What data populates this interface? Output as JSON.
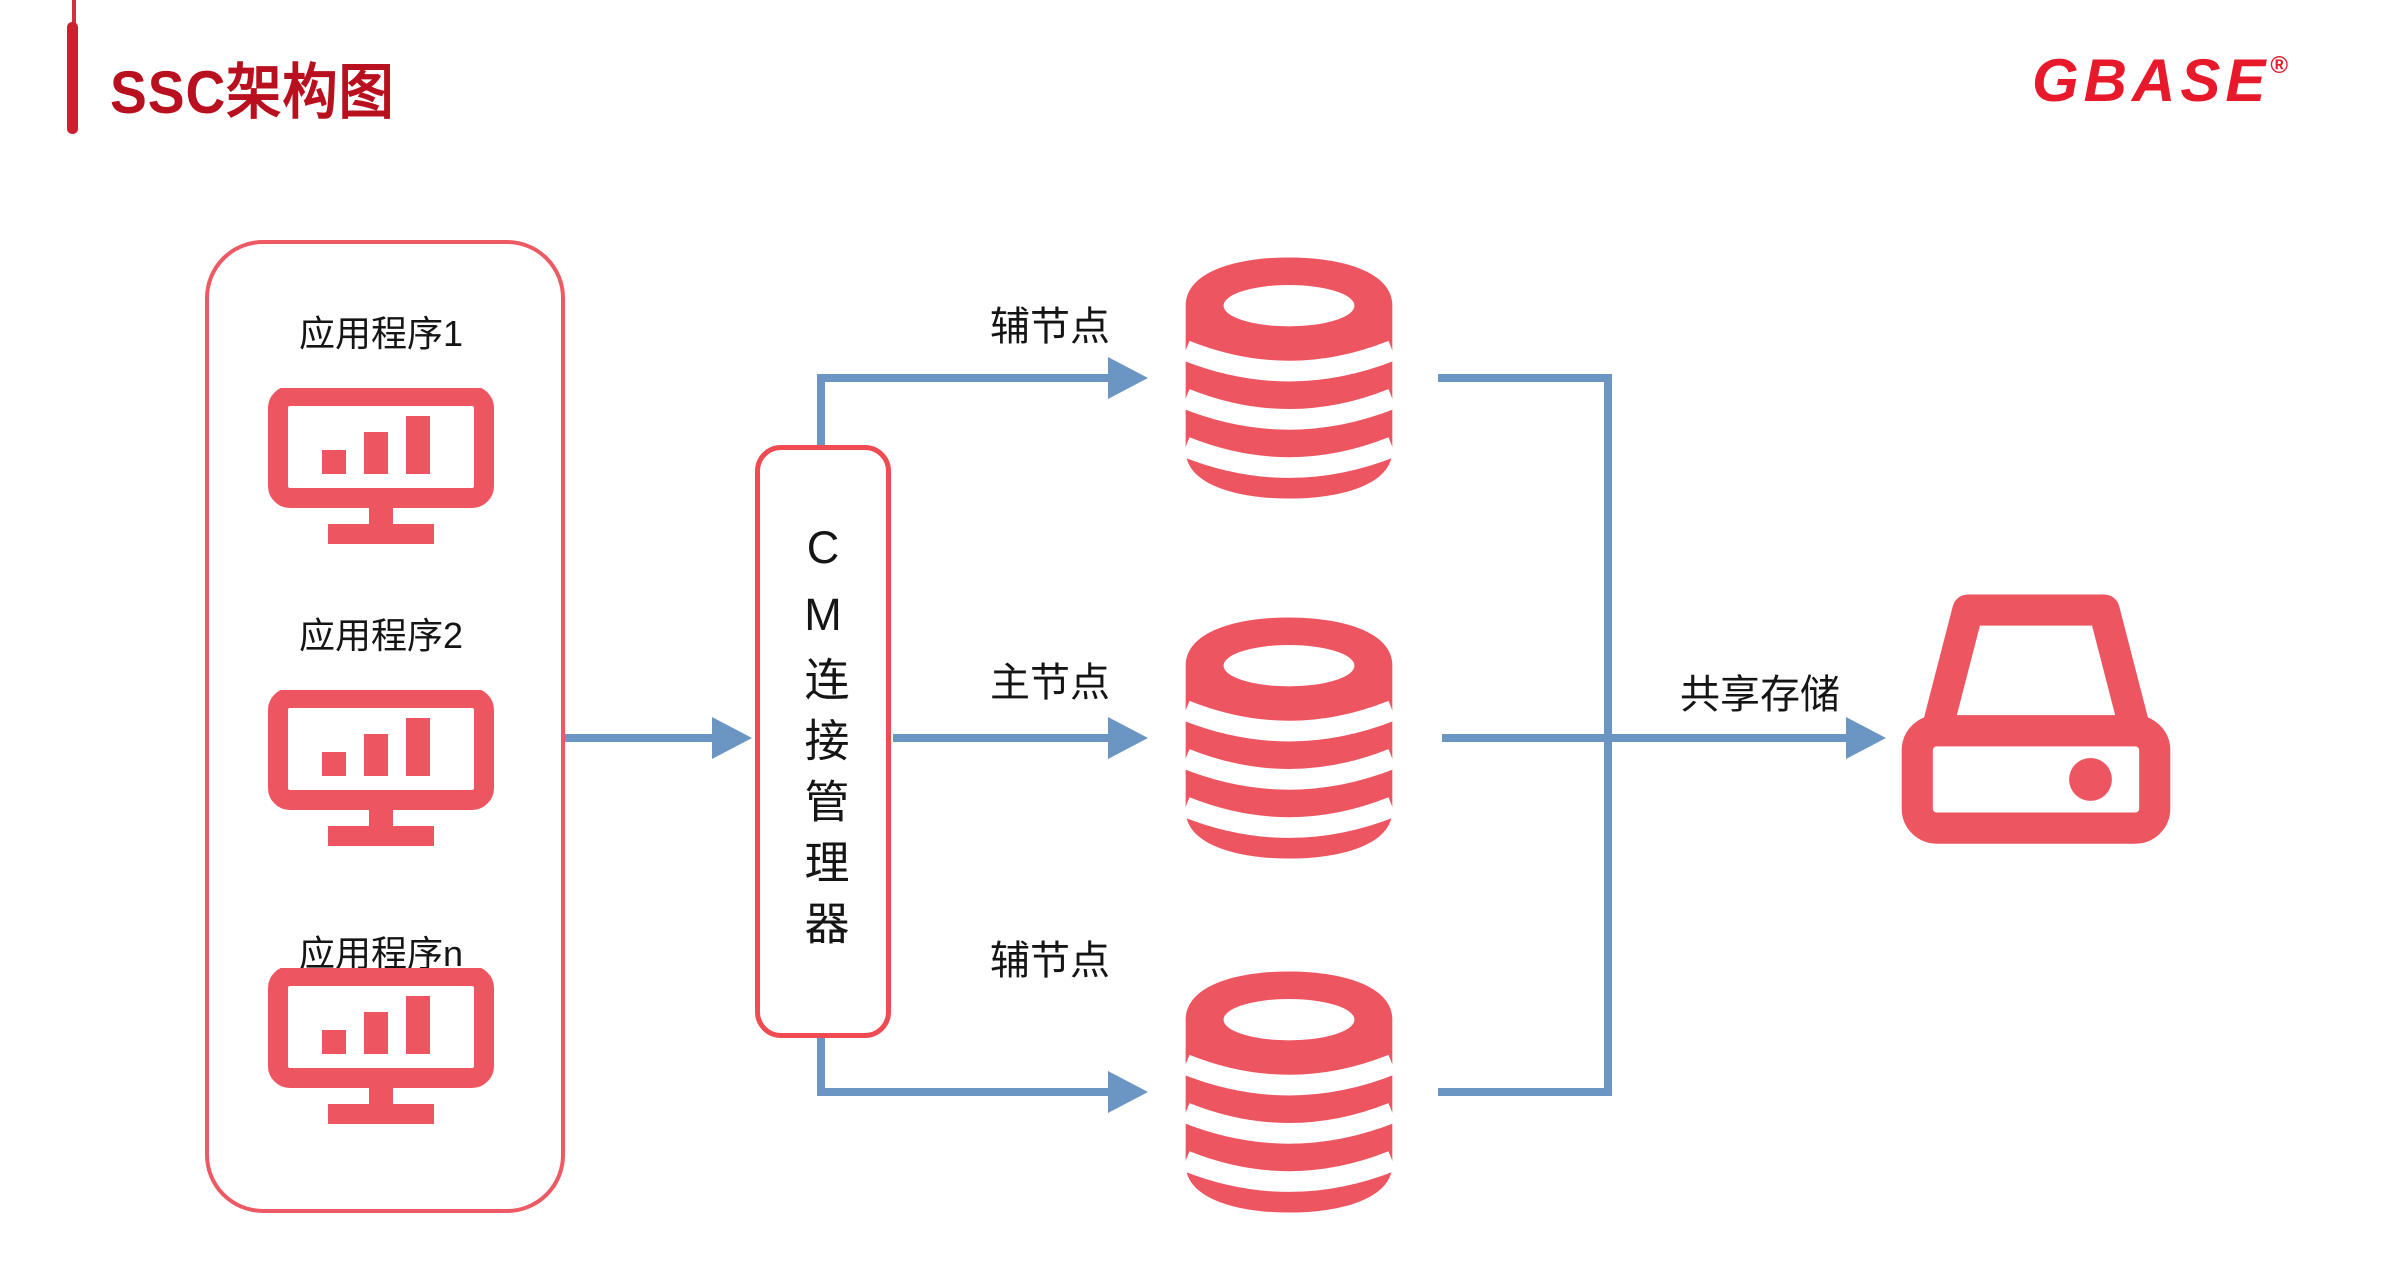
{
  "header": {
    "title": "SSC架构图",
    "logo_text": "GBASE",
    "logo_registered": "®"
  },
  "apps": {
    "items": [
      {
        "label": "应用程序1",
        "icon": "monitor-chart-icon"
      },
      {
        "label": "应用程序2",
        "icon": "monitor-chart-icon"
      },
      {
        "label": "应用程序n",
        "icon": "monitor-chart-icon"
      }
    ]
  },
  "cm": {
    "label": "CM连接管理器"
  },
  "nodes": [
    {
      "label": "辅节点",
      "icon": "database-icon"
    },
    {
      "label": "主节点",
      "icon": "database-icon"
    },
    {
      "label": "辅节点",
      "icon": "database-icon"
    }
  ],
  "storage": {
    "label": "共享存储",
    "icon": "hard-drive-icon"
  },
  "colors": {
    "icon_red": "#ed5560",
    "box_border_red": "#f04a52",
    "title_red": "#b8101e",
    "logo_red": "#e8192b",
    "connector_blue": "#6b96c4",
    "label_black": "#151515"
  }
}
